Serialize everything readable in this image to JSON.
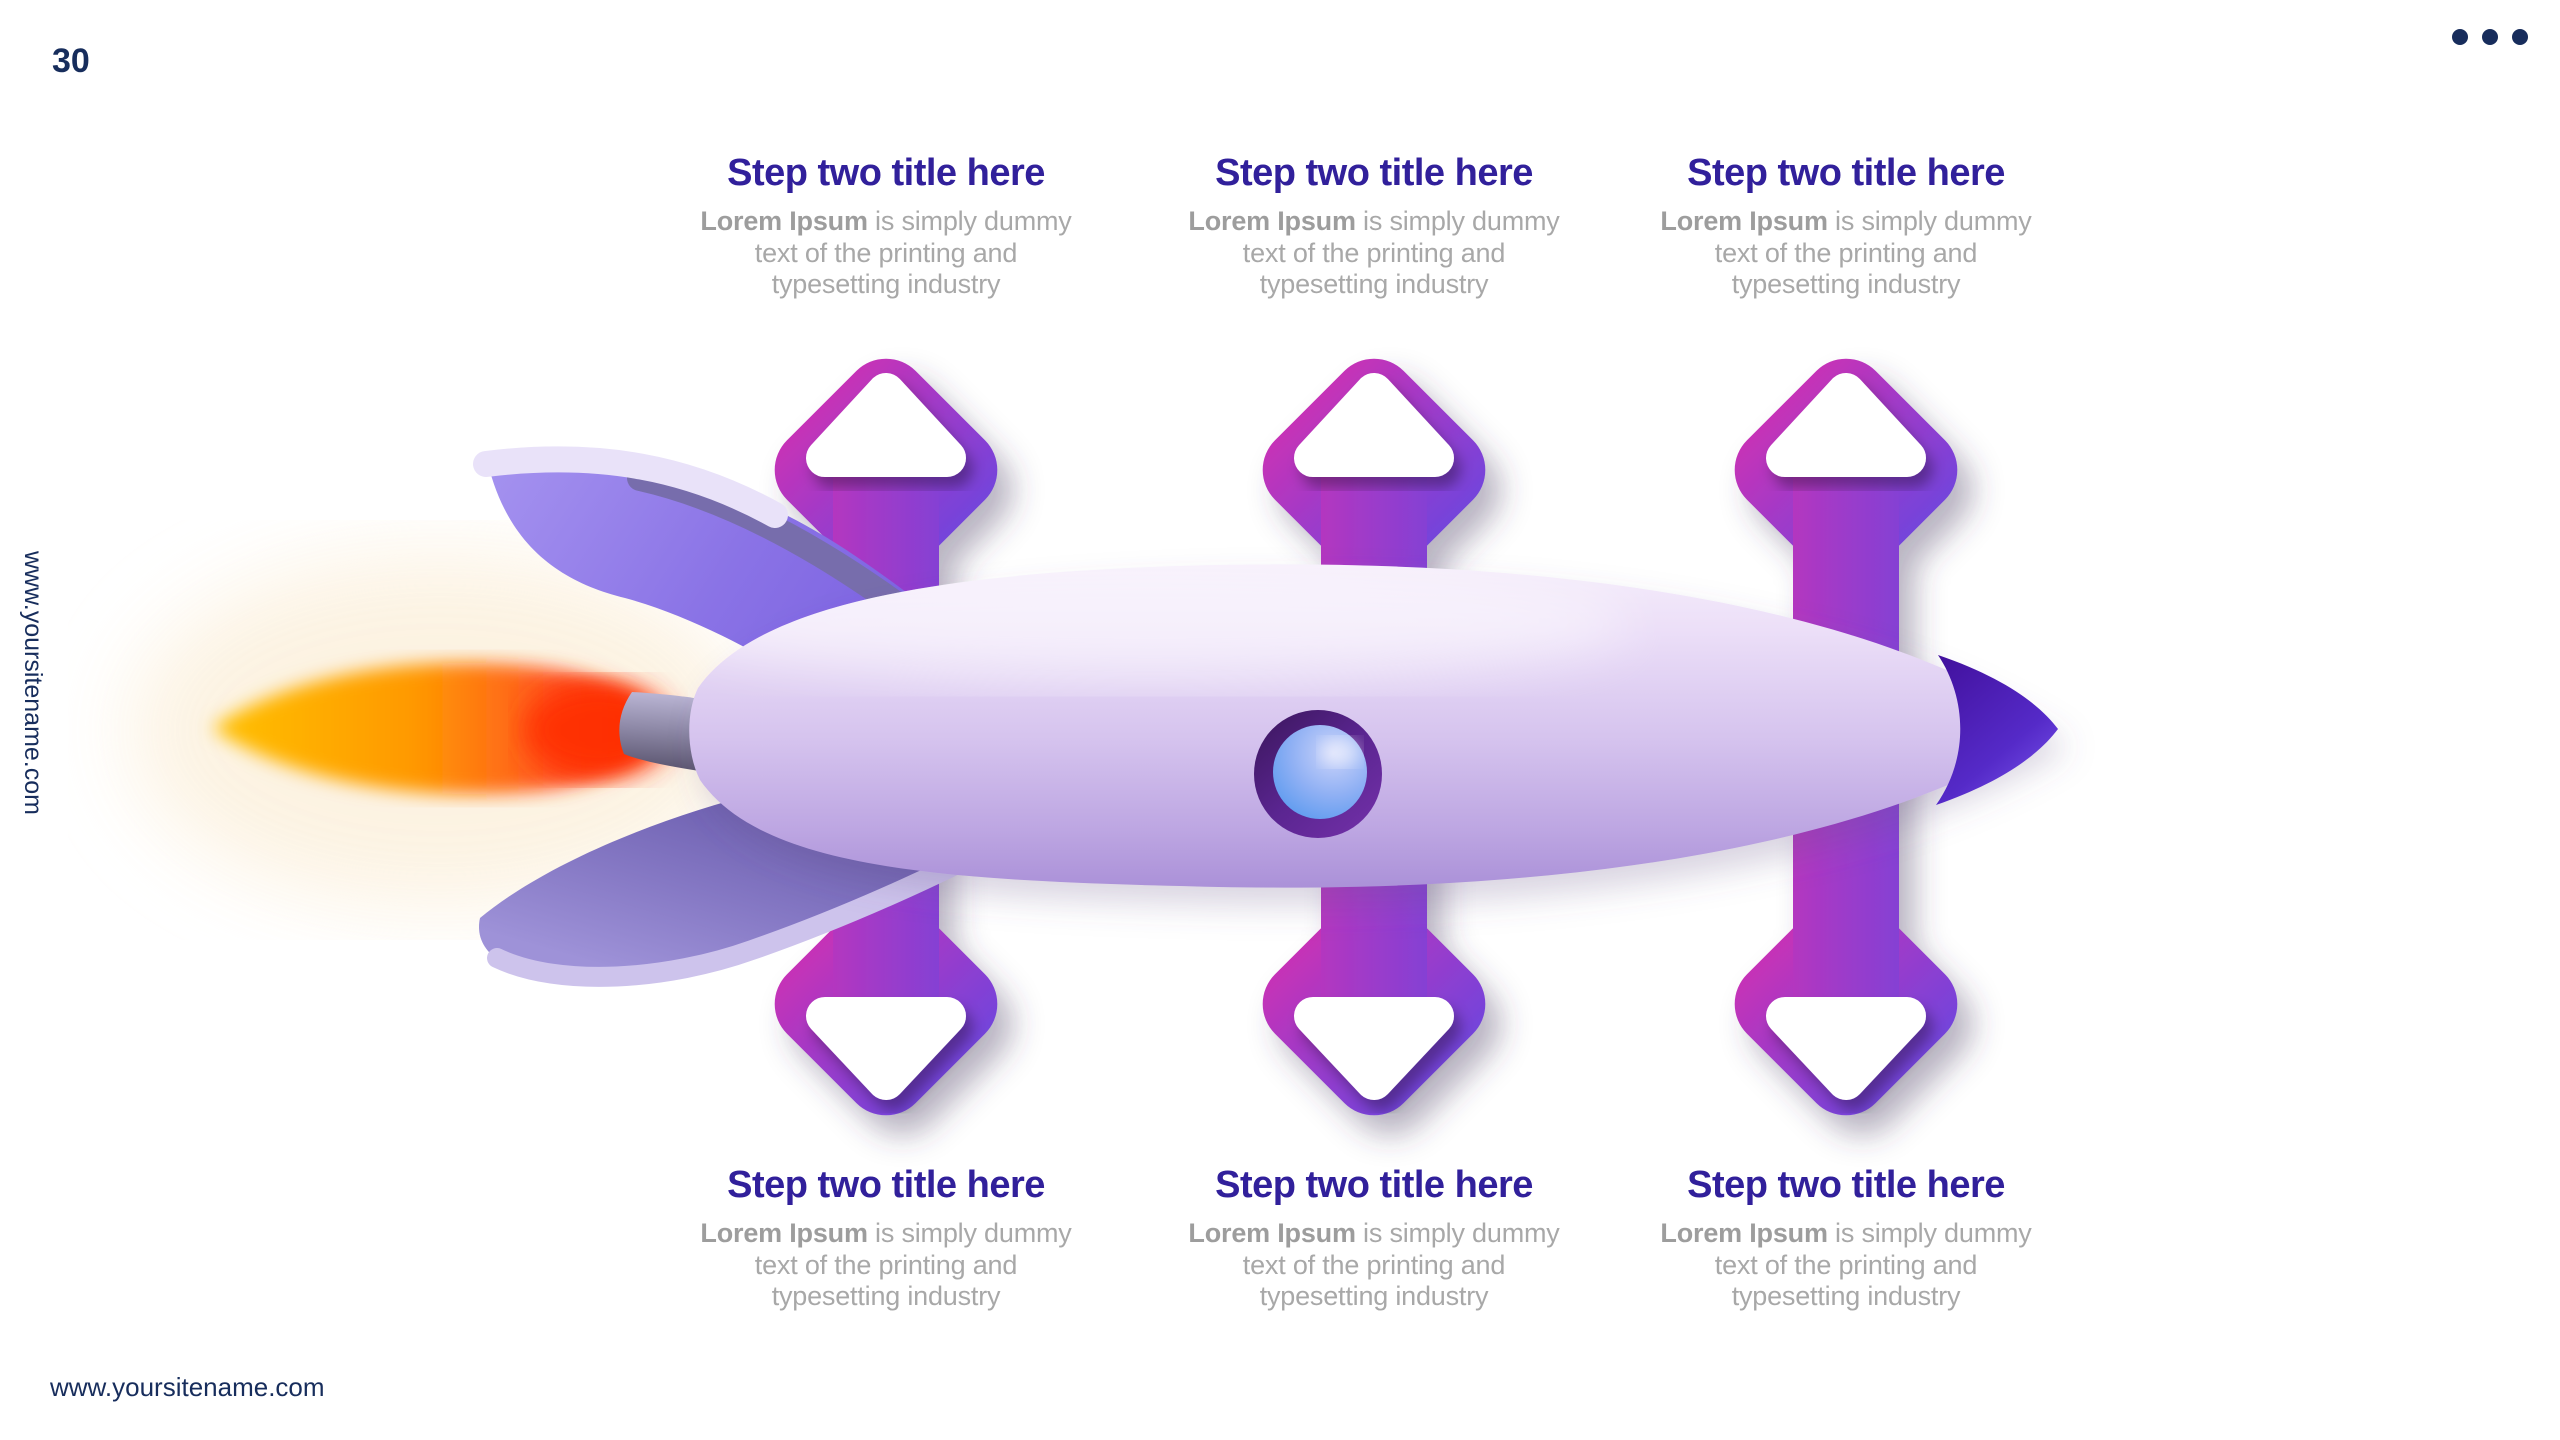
{
  "slide": {
    "page_number": "30",
    "side_url": "www.yoursitename.com",
    "footer_url": "www.yoursitename.com"
  },
  "steps": {
    "top": [
      {
        "title": "Step two title here",
        "body_bold": "Lorem Ipsum",
        "body_rest": " is simply dummy text of the printing and typesetting industry"
      },
      {
        "title": "Step two title here",
        "body_bold": "Lorem Ipsum",
        "body_rest": " is simply dummy text of the printing and typesetting industry"
      },
      {
        "title": "Step two title here",
        "body_bold": "Lorem Ipsum",
        "body_rest": " is simply dummy text of the printing and typesetting industry"
      }
    ],
    "bottom": [
      {
        "title": "Step two title here",
        "body_bold": "Lorem Ipsum",
        "body_rest": " is simply dummy text of the printing and typesetting industry"
      },
      {
        "title": "Step two title here",
        "body_bold": "Lorem Ipsum",
        "body_rest": " is simply dummy text of the printing and typesetting industry"
      },
      {
        "title": "Step two title here",
        "body_bold": "Lorem Ipsum",
        "body_rest": " is simply dummy text of the printing and typesetting industry"
      }
    ]
  },
  "colors": {
    "navy": "#172d5c",
    "title_purple": "#31209b",
    "body_gray": "#a8a8a8",
    "arrow_magenta": "#d92fae",
    "arrow_violet": "#6348e2",
    "flame_orange": "#ff9800",
    "rocket_lavender": "#d5c3ee",
    "window_blue": "#4b97f0"
  }
}
